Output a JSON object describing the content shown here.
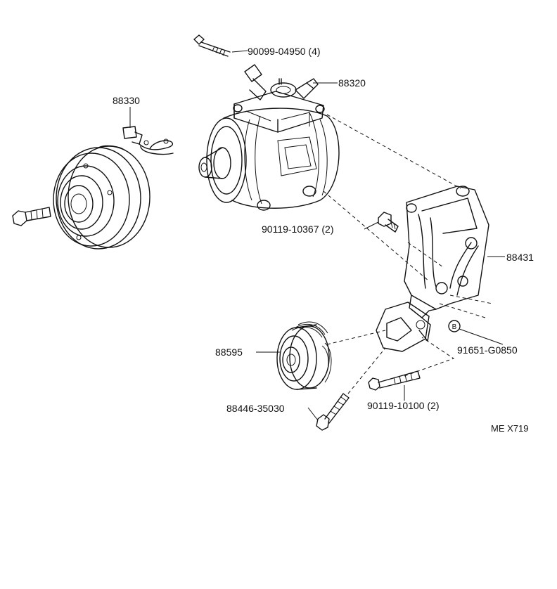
{
  "labels": {
    "bolt_top": "90099-04950 (4)",
    "fitting": "88320",
    "switch": "88330",
    "bracket_bolt": "90119-10367 (2)",
    "bracket": "88431",
    "marker": "B",
    "nut": "91651-G0850",
    "idler": "88595",
    "stud": "88446-35030",
    "bolt_bottom": "90119-10100 (2)",
    "code": "ME X719"
  },
  "colors": {
    "ink": "#111111",
    "paper": "#ffffff"
  }
}
